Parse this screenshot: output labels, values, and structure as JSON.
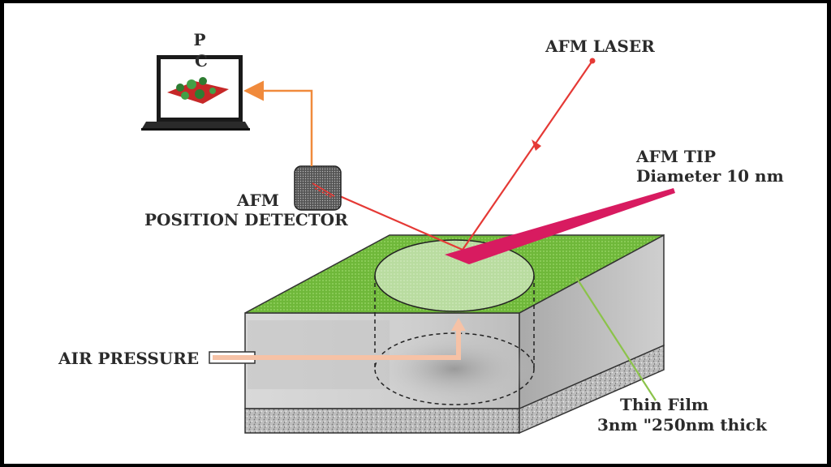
{
  "labels": {
    "pc_line1": "P",
    "pc_line2": "C",
    "afm_laser": "AFM LASER",
    "afm_tip_line1": "AFM TIP",
    "afm_tip_line2": "Diameter 10 nm",
    "position_detector_line1": "AFM",
    "position_detector_line2": "POSITION DETECTOR",
    "air_pressure": "AIR PRESSURE",
    "thin_film_line1": "Thin Film",
    "thin_film_line2": "3nm \"250nm thick"
  },
  "colors": {
    "frame": "#000000",
    "background": "#ffffff",
    "film_green": "#7cc242",
    "laser_red": "#e53935",
    "tip_magenta": "#d81b60",
    "signal_orange": "#f08a3c",
    "air_pink": "#f6c2a6",
    "pointer_green": "#8bc34a"
  },
  "icons": {
    "computer": "laptop-icon",
    "detector": "photodetector-icon"
  }
}
